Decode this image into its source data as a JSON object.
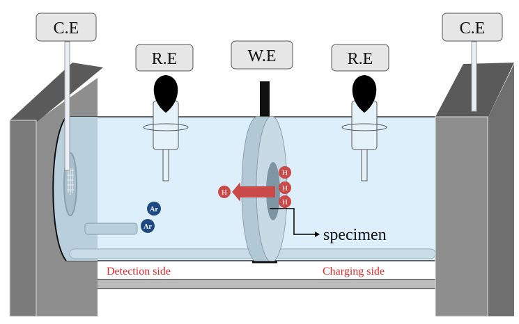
{
  "labels": {
    "ce_left": "C.E",
    "ce_right": "C.E",
    "re_left": "R.E",
    "we": "W.E",
    "re_right": "R.E",
    "specimen": "specimen",
    "detection_side": "Detection side",
    "charging_side": "Charging side"
  },
  "atoms": {
    "ar1": "Ar",
    "ar2": "Ar",
    "h": "H"
  },
  "colors": {
    "cell": "#ddeffb",
    "plate": "#8a8a8a",
    "hydrogen": "#c94a48",
    "argon": "#1d4a80",
    "text_red": "#e0282a"
  }
}
